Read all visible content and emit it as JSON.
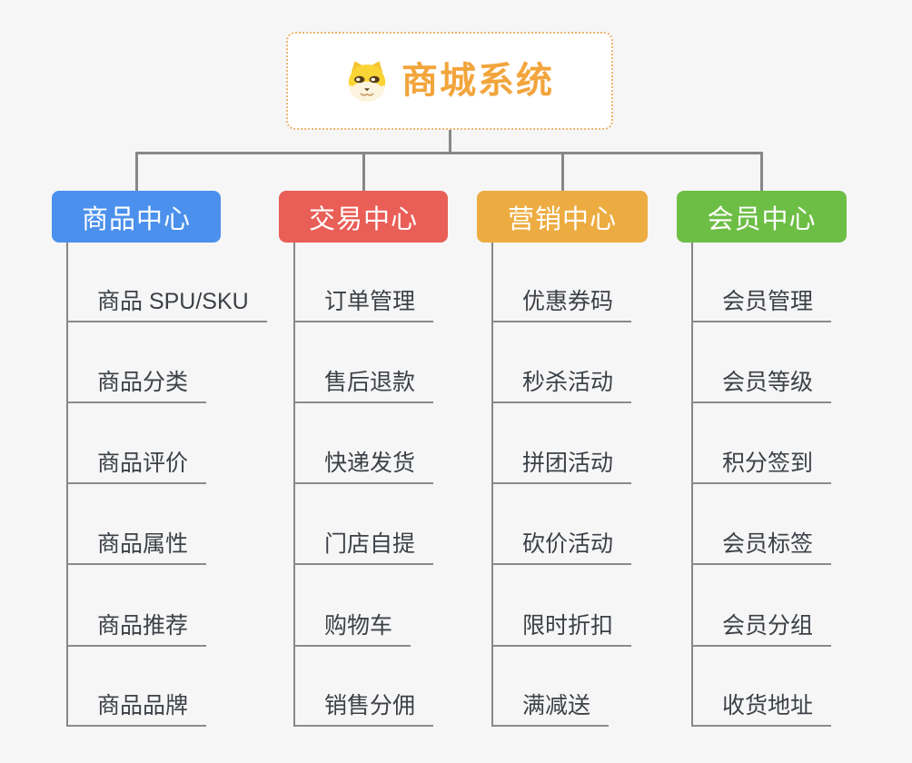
{
  "root": {
    "title": "商城系统",
    "icon": "dog-face-icon"
  },
  "branches": [
    {
      "label": "商品中心",
      "color": "#4b90ec",
      "children": [
        "商品 SPU/SKU",
        "商品分类",
        "商品评价",
        "商品属性",
        "商品推荐",
        "商品品牌"
      ]
    },
    {
      "label": "交易中心",
      "color": "#e95e57",
      "children": [
        "订单管理",
        "售后退款",
        "快递发货",
        "门店自提",
        "购物车",
        "销售分佣"
      ]
    },
    {
      "label": "营销中心",
      "color": "#edac41",
      "children": [
        "优惠券码",
        "秒杀活动",
        "拼团活动",
        "砍价活动",
        "限时折扣",
        "满减送"
      ]
    },
    {
      "label": "会员中心",
      "color": "#6dbe45",
      "children": [
        "会员管理",
        "会员等级",
        "积分签到",
        "会员标签",
        "会员分组",
        "收货地址"
      ]
    }
  ],
  "colors": {
    "background": "#f6f6f7",
    "connector": "#878787",
    "root_text": "#f2a53c",
    "root_border": "#f0b26a",
    "leaf_text": "#3c4146"
  }
}
